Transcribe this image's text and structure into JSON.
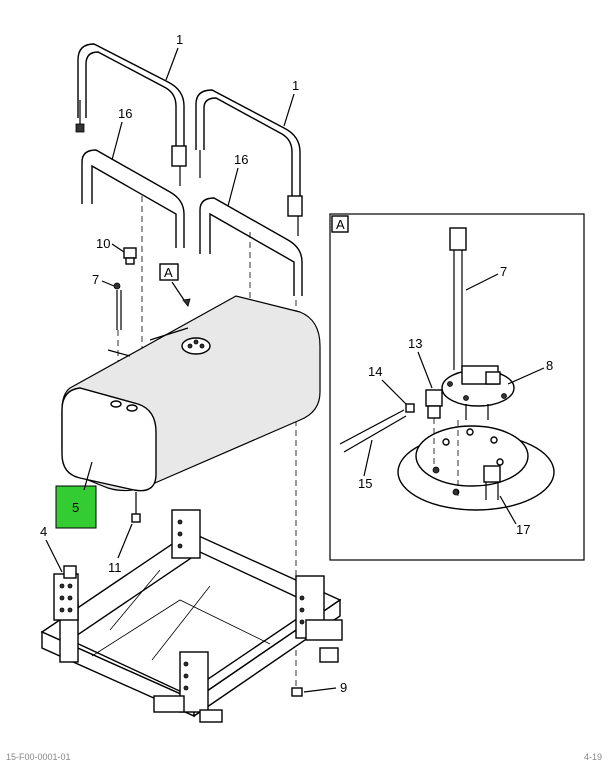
{
  "callouts": {
    "c1a": "1",
    "c1b": "1",
    "c16a": "16",
    "c16b": "16",
    "c10": "10",
    "c7": "7",
    "c4": "4",
    "c5": "5",
    "c11": "11",
    "c9": "9",
    "view_a_label": "A",
    "view_a_ref": "A",
    "d7": "7",
    "d8": "8",
    "d13": "13",
    "d14": "14",
    "d15": "15",
    "d17": "17"
  },
  "footer": {
    "left_code": "15-F00-0001-01",
    "right_code": "4-19"
  },
  "colors": {
    "highlight": "#33cc33"
  }
}
